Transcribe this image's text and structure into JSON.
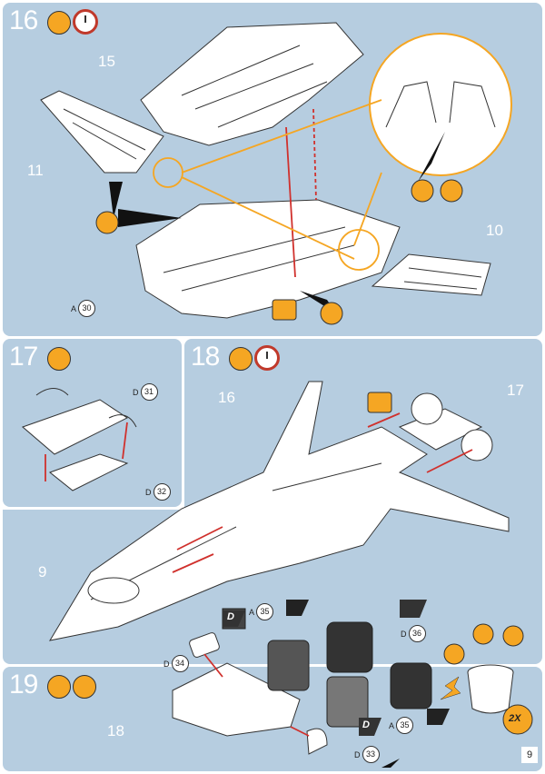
{
  "steps": [
    {
      "number": "16"
    },
    {
      "number": "17"
    },
    {
      "number": "18"
    },
    {
      "number": "19"
    }
  ],
  "part_labels": {
    "p15": "15",
    "p11": "11",
    "p10": "10",
    "p16": "16",
    "p17": "17",
    "p9": "9",
    "p18": "18"
  },
  "callouts": {
    "a30": {
      "letter": "A",
      "num": "30"
    },
    "d31": {
      "letter": "D",
      "num": "31"
    },
    "d32": {
      "letter": "D",
      "num": "32"
    },
    "d34": {
      "letter": "D",
      "num": "34"
    },
    "a35_top": {
      "letter": "A",
      "num": "35"
    },
    "d36": {
      "letter": "D",
      "num": "36"
    },
    "a35_bot": {
      "letter": "A",
      "num": "35"
    },
    "d33": {
      "letter": "D",
      "num": "33"
    }
  },
  "decals": {
    "d_top": "D",
    "d_bot": "D",
    "badge_2x": "2X"
  },
  "page_number": "9",
  "colors": {
    "panel": "#b6cde0",
    "accent_orange": "#f5a623",
    "arrow_red": "#d0312d"
  }
}
